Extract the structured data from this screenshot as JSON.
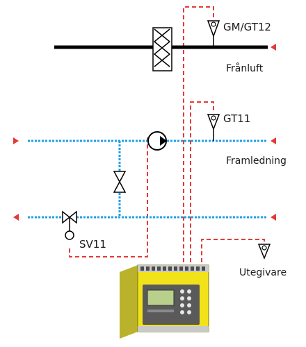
{
  "labels": {
    "gm_gt12": "GM/GT12",
    "franluft": "Frånluft",
    "gt11": "GT11",
    "framledning": "Framledning",
    "sv11": "SV11",
    "utegivare": "Utegivare"
  },
  "colors": {
    "duct": "#000000",
    "pipe": "#1ea0e6",
    "signal": "#e23a3a",
    "arrow": "#e23a3a",
    "controller_body": "#f2e21a",
    "controller_face": "#5a5a5a",
    "display": "#b8d08c"
  }
}
